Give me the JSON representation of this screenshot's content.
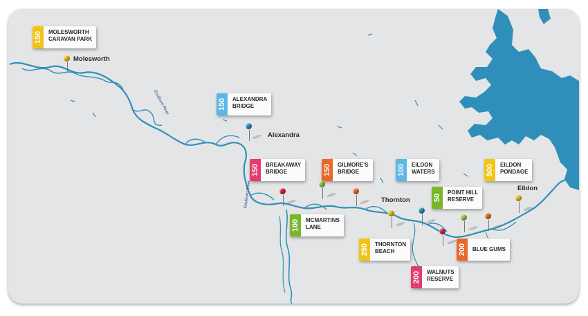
{
  "colors": {
    "water": "#2f8fba",
    "land": "#e4e5e6",
    "badge_yellow": "#f2c418",
    "badge_blue": "#5bb8e6",
    "badge_pink": "#e23d6f",
    "badge_orange": "#e8672a",
    "badge_green": "#79b72a"
  },
  "towns": {
    "molesworth": "Molesworth",
    "alexandra": "Alexandra",
    "thornton": "Thornton",
    "eildon": "Eildon"
  },
  "rivers": {
    "goulburn_1": "Goulburn River",
    "goulburn_2": "Goulburn River"
  },
  "callouts": [
    {
      "id": "molesworth-caravan-park",
      "value": "150",
      "line1": "MOLESWORTH",
      "line2": "CARAVAN PARK",
      "color": "#f2c418"
    },
    {
      "id": "alexandra-bridge",
      "value": "150",
      "line1": "ALEXANDRA",
      "line2": "BRIDGE",
      "color": "#5bb8e6"
    },
    {
      "id": "breakaway-bridge",
      "value": "150",
      "line1": "BREAKAWAY",
      "line2": "BRIDGE",
      "color": "#e23d6f"
    },
    {
      "id": "gilmores-bridge",
      "value": "150",
      "line1": "GILMORE'S",
      "line2": "BRIDGE",
      "color": "#e8672a"
    },
    {
      "id": "eildon-waters",
      "value": "100",
      "line1": "EILDON",
      "line2": "WATERS",
      "color": "#5bb8e6"
    },
    {
      "id": "eildon-pondage",
      "value": "500",
      "line1": "EILDON",
      "line2": "PONDAGE",
      "color": "#f2c418"
    },
    {
      "id": "point-hill-reserve",
      "value": "50",
      "line1": "POINT HILL",
      "line2": "RESERVE",
      "color": "#79b72a"
    },
    {
      "id": "mcmartins-lane",
      "value": "100",
      "line1": "McMARTINS",
      "line2": "LANE",
      "color": "#79b72a"
    },
    {
      "id": "thornton-beach",
      "value": "250",
      "line1": "THORNTON",
      "line2": "BEACH",
      "color": "#f2c418"
    },
    {
      "id": "blue-gums",
      "value": "200",
      "line1": "BLUE GUMS",
      "line2": "",
      "color": "#e8672a"
    },
    {
      "id": "walnuts-reserve",
      "value": "200",
      "line1": "WALNUTS",
      "line2": "RESERVE",
      "color": "#e23d6f"
    }
  ]
}
